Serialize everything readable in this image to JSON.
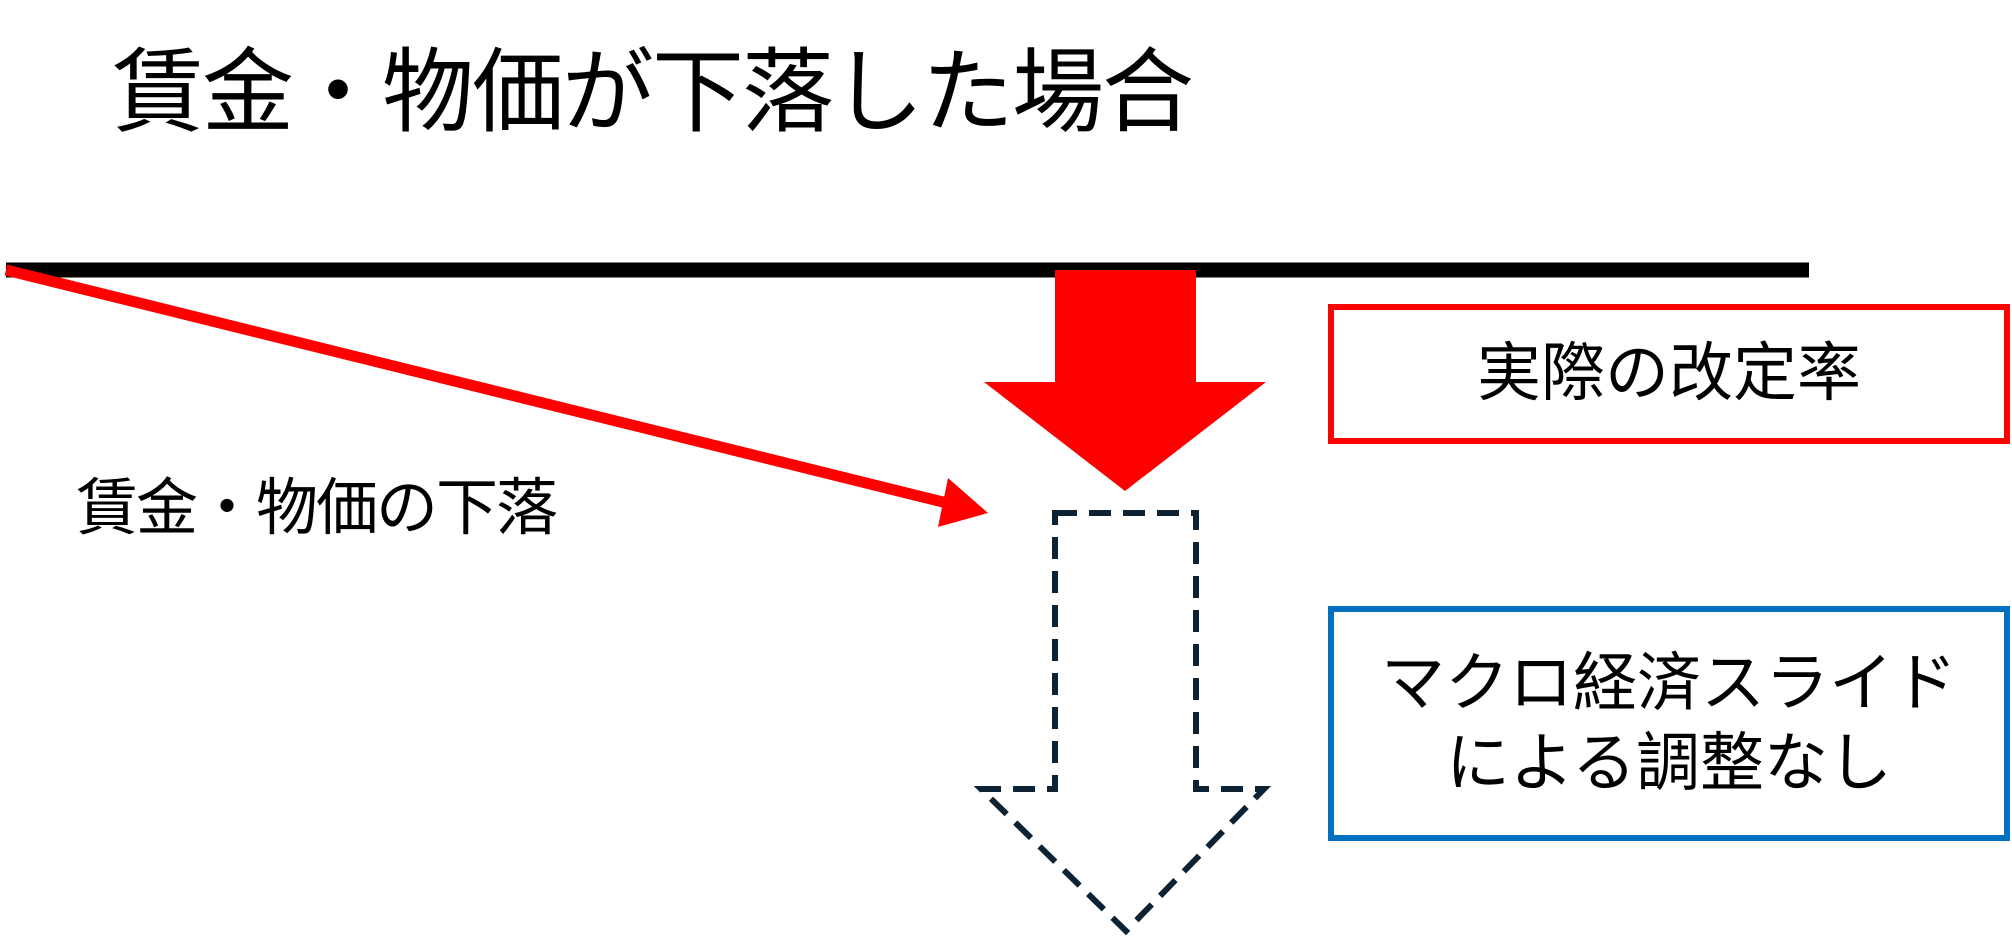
{
  "title": "賃金・物価が下落した場合",
  "decline_label": "賃金・物価の下落",
  "actual_box": {
    "label": "実際の改定率",
    "color": "#ff0000"
  },
  "macro_box": {
    "line1": "マクロ経済スライド",
    "line2": "による調整なし",
    "color": "#0070c0"
  }
}
